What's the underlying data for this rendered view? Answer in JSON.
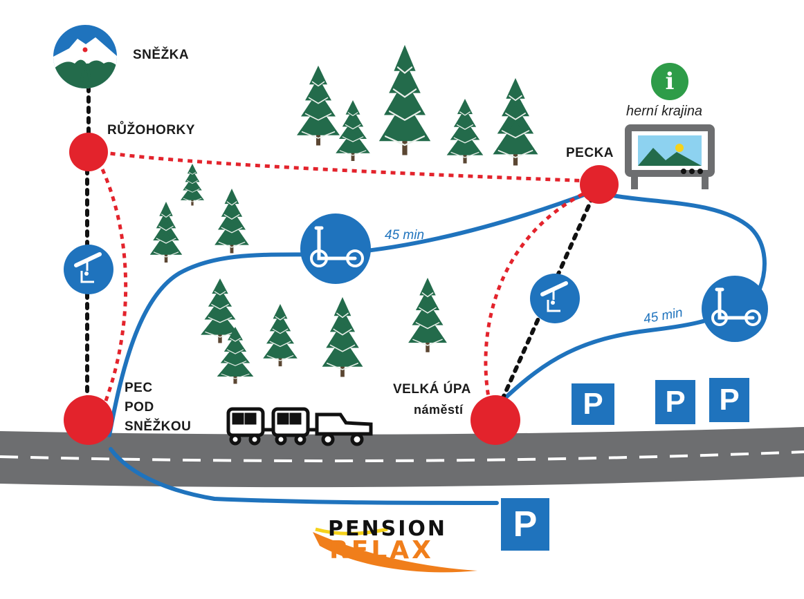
{
  "places": {
    "snezka": "SNĚŽKA",
    "ruzohorky": "RŮŽOHORKY",
    "pecka": "PECKA",
    "pec_line1": "PEC",
    "pec_line2": "POD",
    "pec_line3": "SNĚŽKOU",
    "velka_line1": "VELKÁ ÚPA",
    "velka_line2": "náměstí"
  },
  "routes": {
    "scooter_time_1": "45 min",
    "scooter_time_2": "45 min"
  },
  "info": {
    "symbol": "i",
    "caption": "herní krajina"
  },
  "parking": {
    "symbol": "P"
  },
  "logo": {
    "line1": "PENSION",
    "line2": "RELAX"
  },
  "icons": {
    "chairlift": "chairlift-icon",
    "scooter": "scooter-icon",
    "tree": "spruce-tree-icon",
    "train": "road-train-icon",
    "mountain": "mountain-icon",
    "playground": "playground-icon"
  },
  "colors": {
    "stop": "#e3232c",
    "scooter_route": "#1f73bd",
    "lift_route": "#111111",
    "hiking_route": "#e3232c",
    "road": "#6d6e70",
    "tree": "#236b4b",
    "info": "#2e9c48",
    "logo_orange": "#f07e1b"
  }
}
